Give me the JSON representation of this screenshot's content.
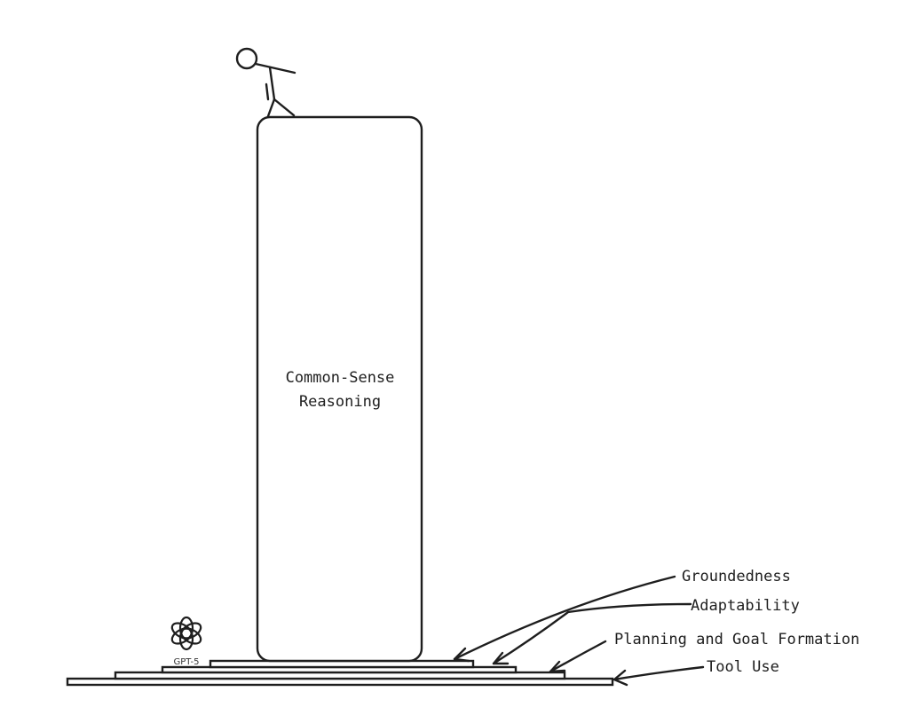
{
  "tower": {
    "label_line1": "Common-Sense",
    "label_line2": "Reasoning"
  },
  "annotations": [
    {
      "label": "Groundedness"
    },
    {
      "label": "Adaptability"
    },
    {
      "label": "Planning and Goal Formation"
    },
    {
      "label": "Tool Use"
    }
  ],
  "model": {
    "name": "GPT-5",
    "icon": "openai-logo-icon"
  },
  "figure": {
    "icon": "stick-figure-icon"
  },
  "colors": {
    "stroke": "#1e1e1e",
    "background": "#ffffff"
  }
}
